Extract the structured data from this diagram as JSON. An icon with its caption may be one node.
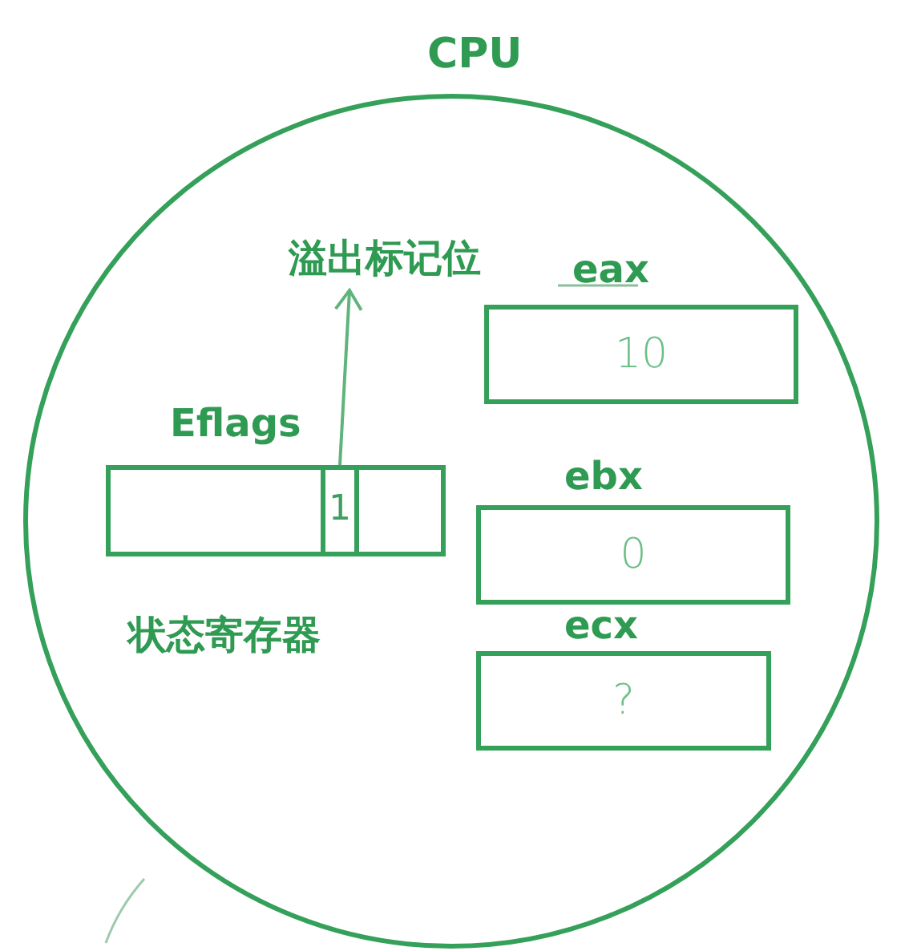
{
  "diagram": {
    "nodes": [
      {
        "text": [
          "CPU"
        ]
      },
      {
        "text": [
          "Eflags"
        ],
        "beside": [
          "状态寄存器"
        ],
        "in": 0
      },
      {
        "text": [
          "1"
        ],
        "in": 1
      },
      {
        "text": [
          "溢出标记位"
        ],
        "in": 0
      },
      {
        "text": [
          "eax",
          "10"
        ],
        "in": 0
      },
      {
        "text": [
          "ebx",
          "0"
        ],
        "in": 0
      },
      {
        "text": [
          "ecx",
          "?"
        ],
        "in": 0
      }
    ],
    "edges": [
      {
        "from": 2,
        "to": 3,
        "arrow": "to"
      }
    ]
  }
}
